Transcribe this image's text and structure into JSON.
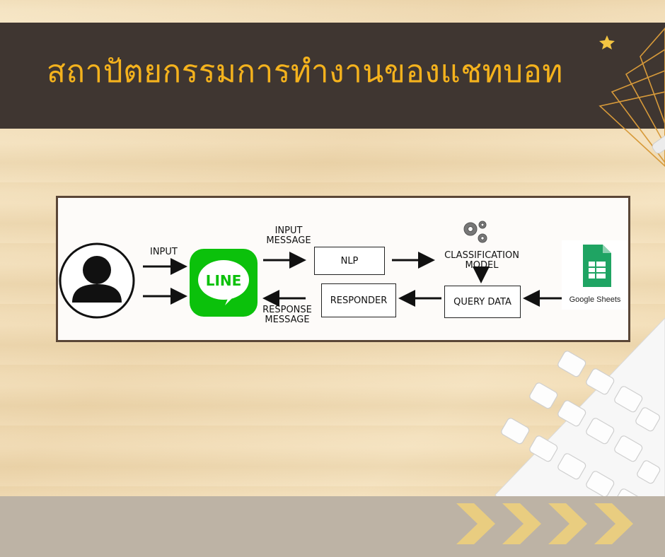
{
  "title": "สถาปัตยกรรมการทำงานของแชทบอท",
  "colors": {
    "header_bg": "#3f3631",
    "title": "#f4b21d",
    "footer_bg": "#bdb3a5",
    "line_green": "#0bc10b",
    "sheets_green": "#1fa463",
    "chevron": "#f1d27a"
  },
  "diagram": {
    "user_icon": "user-avatar-icon",
    "input_label": "INPUT",
    "line_logo_text": "LINE",
    "input_message_label": "INPUT\nMESSAGE",
    "nlp_label": "NLP",
    "classification_label": "CLASSIFICATION\nMODEL",
    "gears_icon": "gears-icon",
    "query_data_label": "QUERY DATA",
    "google_sheets_label": "Google Sheets",
    "responder_label": "RESPONDER",
    "response_message_label": "RESPONSE\nMESSAGE"
  }
}
